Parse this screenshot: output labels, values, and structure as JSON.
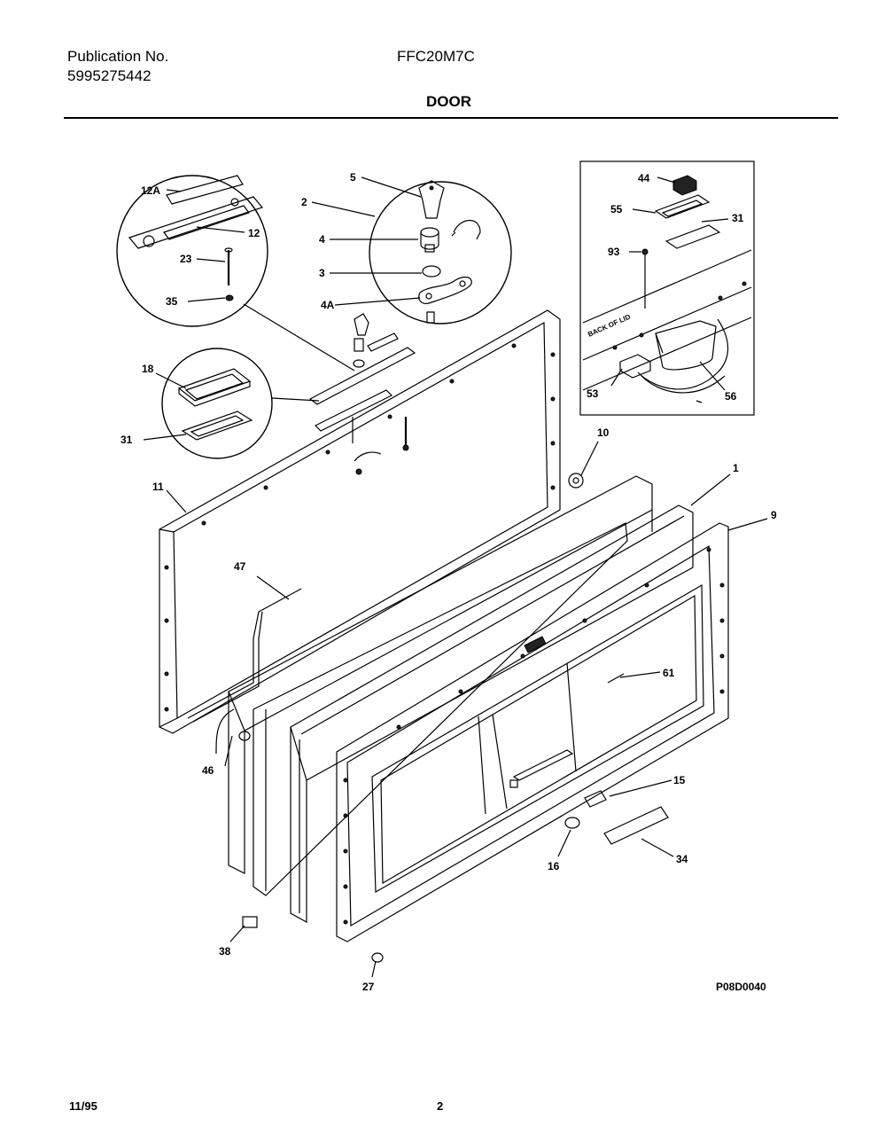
{
  "header": {
    "publication_label": "Publication No.",
    "publication_number": "5995275442",
    "model": "FFC20M7C",
    "section_title": "DOOR"
  },
  "inset_caption": "BACK OF LID",
  "drawing_code": "P08D0040",
  "footer": {
    "date": "11/95",
    "page": "2"
  },
  "callouts": {
    "c5": "5",
    "c2": "2",
    "c4": "4",
    "c3": "3",
    "c4A": "4A",
    "c12A": "12A",
    "c12": "12",
    "c23": "23",
    "c35": "35",
    "c18": "18",
    "c31a": "31",
    "c11": "11",
    "c47": "47",
    "c46": "46",
    "c10": "10",
    "c1": "1",
    "c9": "9",
    "c61": "61",
    "c15": "15",
    "c16": "16",
    "c34": "34",
    "c38": "38",
    "c27": "27",
    "c44": "44",
    "c55": "55",
    "c31b": "31",
    "c93": "93",
    "c53": "53",
    "c56": "56"
  }
}
